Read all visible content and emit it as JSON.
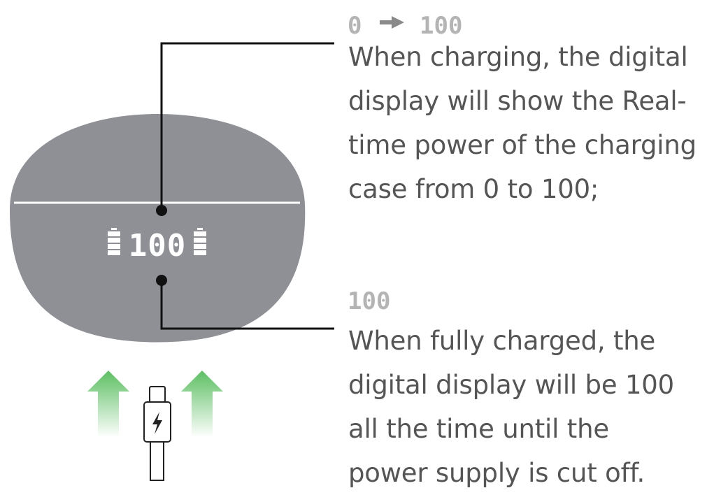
{
  "charging_info": {
    "range_start": "0",
    "range_end": "100",
    "description": "When charging, the digital\ndisplay will show the Real-\ntime power of the charging\ncase from 0 to 100;"
  },
  "full_info": {
    "display_value": "100",
    "description": "When fully charged, the\ndigital display will be 100\nall the time until the\npower supply is cut off."
  },
  "case_display": {
    "value": "100"
  },
  "colors": {
    "case_body": "#8e9096",
    "text": "#555555",
    "segment_dim": "#b4b4b4",
    "arrow_green": "#5cbf62",
    "leader_line": "#111111"
  },
  "icons": {
    "range_arrow": "arrow-right-icon",
    "battery": "battery-icon",
    "charge_arrow": "arrow-up-icon",
    "cable": "usb-cable-icon",
    "lightning": "lightning-bolt-icon"
  }
}
